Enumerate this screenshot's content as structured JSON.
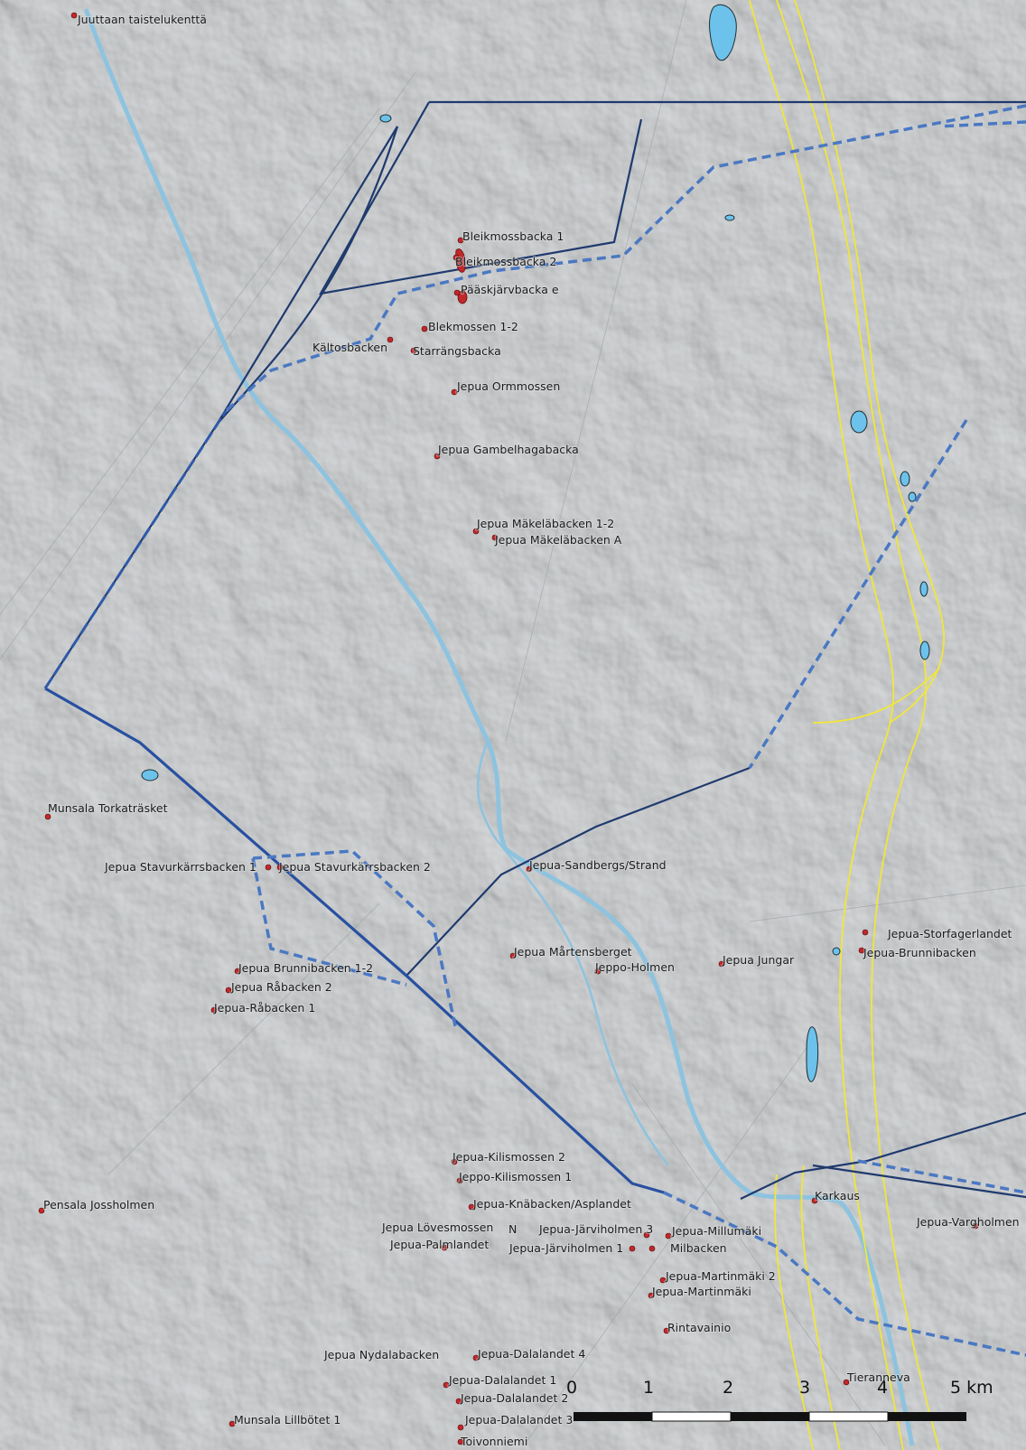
{
  "map": {
    "places": [
      {
        "name": "Juuttaan taistelukenttä",
        "lat": 0,
        "id": "p1"
      },
      {
        "name": "Bleikmossbacka 1",
        "id": "p2"
      },
      {
        "name": "Bleikmossbacka 2",
        "id": "p3"
      },
      {
        "name": "Pääskjärvbacka e",
        "id": "p4"
      },
      {
        "name": "Blekmossen 1-2",
        "id": "p5"
      },
      {
        "name": "Kältosbacken",
        "id": "p6"
      },
      {
        "name": "Starrängsbacka",
        "id": "p7"
      },
      {
        "name": "Jepua Ormmossen",
        "id": "p8"
      },
      {
        "name": "Jepua Gambelhagabacka",
        "id": "p9"
      },
      {
        "name": "Jepua Mäkeläbacken 1-2",
        "id": "p10"
      },
      {
        "name": "Jepua Mäkeläbacken A",
        "id": "p11"
      },
      {
        "name": "Munsala Torkaträsket",
        "id": "p12"
      },
      {
        "name": "Jepua Stavurkärrsbacken 1",
        "id": "p13"
      },
      {
        "name": "Jepua Stavurkärrsbacken 2",
        "id": "p14"
      },
      {
        "name": "Jepua-Sandbergs/Strand",
        "id": "p15"
      },
      {
        "name": "Jepua-Storfagerlandet",
        "id": "p16"
      },
      {
        "name": "Jepua-Brunnibacken",
        "id": "p17"
      },
      {
        "name": "Jepua Mårtensberget",
        "id": "p18"
      },
      {
        "name": "Jeppo-Holmen",
        "id": "p19"
      },
      {
        "name": "Jepua Jungar",
        "id": "p20"
      },
      {
        "name": "Jepua Brunnibacken 1-2",
        "id": "p21"
      },
      {
        "name": "Jepua Råbacken 2",
        "id": "p22"
      },
      {
        "name": "Jepua-Råbacken 1",
        "id": "p23"
      },
      {
        "name": "Jepua-Kilismossen 2",
        "id": "p24"
      },
      {
        "name": "Jeppo-Kilismossen 1",
        "id": "p25"
      },
      {
        "name": "Pensala Jossholmen",
        "id": "p26"
      },
      {
        "name": "Jepua-Knäbacken/Asplandet",
        "id": "p27"
      },
      {
        "name": "Karkaus",
        "id": "p28"
      },
      {
        "name": "Jepua-Vargholmen",
        "id": "p29"
      },
      {
        "name": "Jepua Lövesmossen",
        "id": "p30"
      },
      {
        "name": "N",
        "id": "p31"
      },
      {
        "name": "Jepua-Järviholmen 3",
        "id": "p32"
      },
      {
        "name": "Jepua-Millumäki",
        "id": "p33"
      },
      {
        "name": "Jepua-Palmlandet",
        "id": "p34"
      },
      {
        "name": "Jepua-Järviholmen 1",
        "id": "p35"
      },
      {
        "name": "Milbacken",
        "id": "p36"
      },
      {
        "name": "Jepua-Martinmäki 2",
        "id": "p37"
      },
      {
        "name": "Jepua-Martinmäki",
        "id": "p38"
      },
      {
        "name": "Rintavainio",
        "id": "p39"
      },
      {
        "name": "Jepua Nydalabacken",
        "id": "p40"
      },
      {
        "name": "Jepua-Dalalandet 4",
        "id": "p41"
      },
      {
        "name": "Jepua-Dalalandet 1",
        "id": "p42"
      },
      {
        "name": "Tieranneva",
        "id": "p43"
      },
      {
        "name": "Jepua-Dalalandet 2",
        "id": "p44"
      },
      {
        "name": "Munsala Lillbötet 1",
        "id": "p45"
      },
      {
        "name": "Jepua-Dalalandet 3",
        "id": "p46"
      },
      {
        "name": "Toivonniemi",
        "id": "p47"
      }
    ],
    "scale_bar": {
      "ticks": [
        "0",
        "1",
        "2",
        "3",
        "4",
        "5 km"
      ]
    },
    "colors": {
      "background": "#b9bcbe",
      "river": "#8ec3df",
      "lake": "#6cc2ea",
      "boundary_solid": "#1f3a6e",
      "boundary_dashed": "#4a78c2",
      "road": "#f1e63a",
      "site_marker": "#c0282a"
    }
  }
}
